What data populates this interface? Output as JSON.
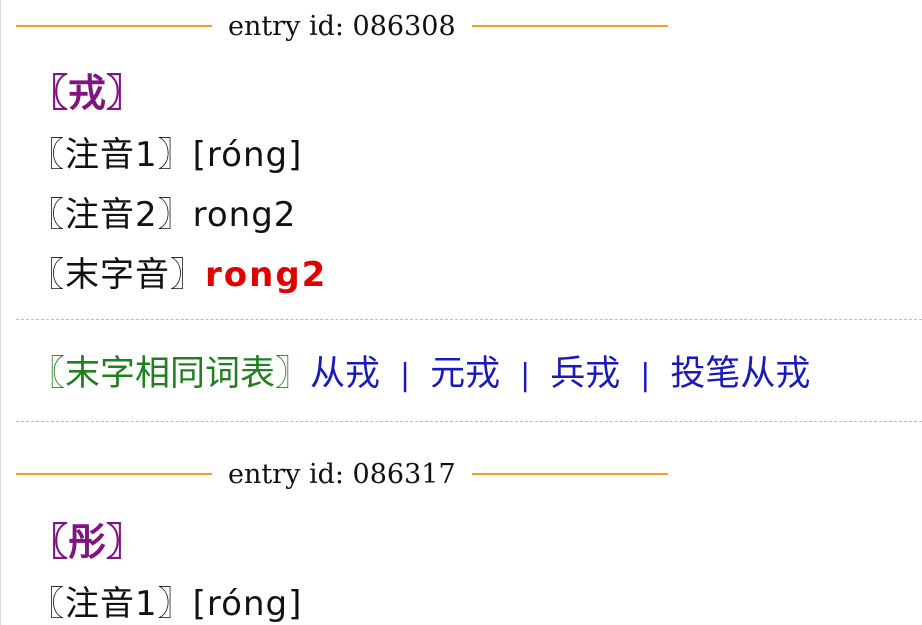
{
  "entries": [
    {
      "header": "entry id: 086308",
      "headword": "〖戎〗",
      "fields": [
        {
          "label": "〖注音1〗",
          "value": "[róng]"
        },
        {
          "label": "〖注音2〗",
          "value": "rong2"
        },
        {
          "label": "〖末字音〗",
          "value": "rong2"
        }
      ],
      "related": {
        "label": "〖末字相同词表〗",
        "separator": "|",
        "words": [
          "从戎",
          "元戎",
          "兵戎",
          "投笔从戎"
        ]
      }
    },
    {
      "header": "entry id: 086317",
      "headword": "〖彤〗",
      "fields": [
        {
          "label": "〖注音1〗",
          "value": "[róng]"
        }
      ]
    }
  ],
  "colors": {
    "headword": "#801480",
    "highlight_value": "#e00000",
    "related_label": "#208020",
    "related_link": "#1a1ab8",
    "header_rule": "#f0a020"
  }
}
